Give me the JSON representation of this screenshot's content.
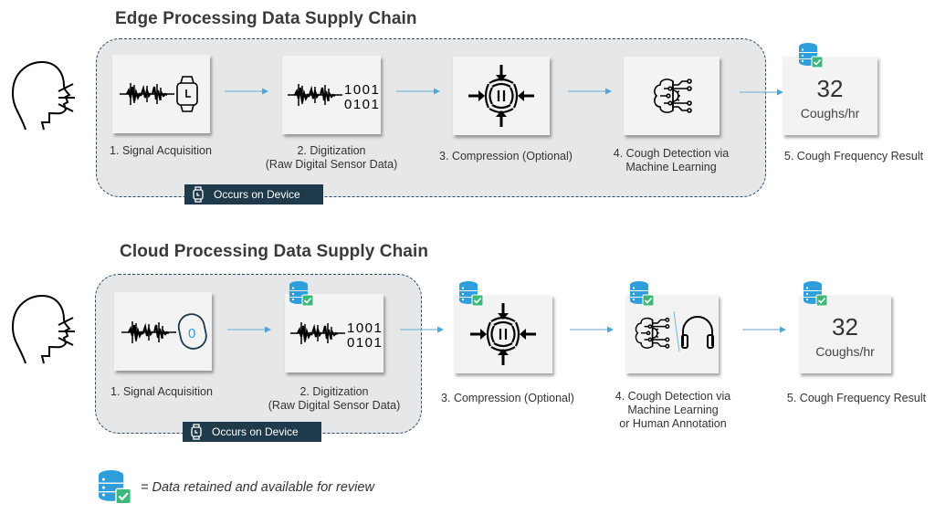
{
  "edge": {
    "title": "Edge Processing Data Supply Chain",
    "badge": "Occurs on Device",
    "steps": [
      {
        "caption_l1": "1. Signal Acquisition",
        "caption_l2": "",
        "icon": "waveform-watch-icon",
        "data_retained": false
      },
      {
        "caption_l1": "2. Digitization",
        "caption_l2": "(Raw Digital Sensor Data)",
        "icon": "waveform-binary-icon",
        "binary": [
          "1001",
          "0101"
        ],
        "data_retained": false
      },
      {
        "caption_l1": "3. Compression (Optional)",
        "caption_l2": "",
        "icon": "compression-icon",
        "data_retained": false
      },
      {
        "caption_l1": "4. Cough Detection via",
        "caption_l2": "Machine Learning",
        "icon": "ai-brain-icon",
        "data_retained": false
      },
      {
        "caption_l1": "5. Cough Frequency Result",
        "caption_l2": "",
        "result_value": "32",
        "result_unit": "Coughs/hr",
        "data_retained": true
      }
    ]
  },
  "cloud": {
    "title": "Cloud Processing Data Supply Chain",
    "badge": "Occurs on Device",
    "steps": [
      {
        "caption_l1": "1. Signal Acquisition",
        "caption_l2": "",
        "icon": "waveform-sensor-patch-icon",
        "sensor_label": "0",
        "data_retained": false
      },
      {
        "caption_l1": "2. Digitization",
        "caption_l2": "(Raw Digital Sensor Data)",
        "icon": "waveform-binary-icon",
        "binary": [
          "1001",
          "0101"
        ],
        "data_retained": true
      },
      {
        "caption_l1": "3. Compression (Optional)",
        "caption_l2": "",
        "icon": "compression-icon",
        "data_retained": true
      },
      {
        "caption_l1": "4. Cough Detection via",
        "caption_l2": "Machine Learning",
        "caption_l3": "or Human Annotation",
        "icon": "ai-brain-headphones-icon",
        "data_retained": true
      },
      {
        "caption_l1": "5. Cough Frequency Result",
        "caption_l2": "",
        "result_value": "32",
        "result_unit": "Coughs/hr",
        "data_retained": true
      }
    ]
  },
  "legend": {
    "icon": "database-check-icon",
    "text": "=  Data retained and available for review"
  },
  "colors": {
    "zone_bg": "#e6e7e9",
    "zone_border": "#2b4a5e",
    "badge_bg": "#1f3a4b",
    "arrow": "#4aa8d8",
    "db_blue": "#2f9fdc",
    "check_green": "#3cb878"
  }
}
